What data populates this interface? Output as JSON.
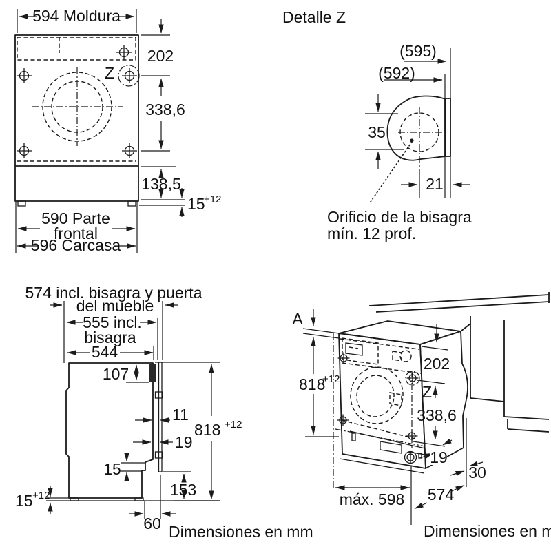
{
  "front_view": {
    "dim_moldura": "594 Moldura",
    "dim_202": "202",
    "label_z": "Z",
    "dim_338_6": "338,6",
    "dim_138_5": "138,5",
    "dim_15": "15",
    "dim_15_sup": "+12",
    "dim_590_line1": "590 Parte",
    "dim_590_line2": "frontal",
    "dim_596": "596 Carcasa"
  },
  "detail_z": {
    "title": "Detalle Z",
    "dim_595": "(595)",
    "dim_592": "(592)",
    "dim_35": "35",
    "dim_21": "21",
    "note_line1": "Orificio de la bisagra",
    "note_line2": "mín. 12 prof."
  },
  "side_view": {
    "dim_574_line1": "574 incl. bisagra y puerta",
    "dim_574_line2": "del mueble",
    "dim_555_line1": "555 incl.",
    "dim_555_line2": "bisagra",
    "dim_544": "544",
    "dim_107": "107",
    "dim_11": "11",
    "dim_19": "19",
    "dim_818": "818",
    "dim_818_sup": "+12",
    "dim_15_step": "15",
    "dim_153": "153",
    "dim_15_feet": "15",
    "dim_15_feet_sup": "+12",
    "dim_60": "60",
    "footer": "Dimensiones en mm"
  },
  "perspective_view": {
    "label_a": "A",
    "dim_818": "818",
    "dim_818_sup": "+12",
    "dim_202": "202",
    "label_z": "Z",
    "dim_338_6": "338,6",
    "dim_19": "19",
    "dim_30": "30",
    "dim_max_598": "máx. 598",
    "dim_574": "574",
    "footer": "Dimensiones en mm"
  }
}
